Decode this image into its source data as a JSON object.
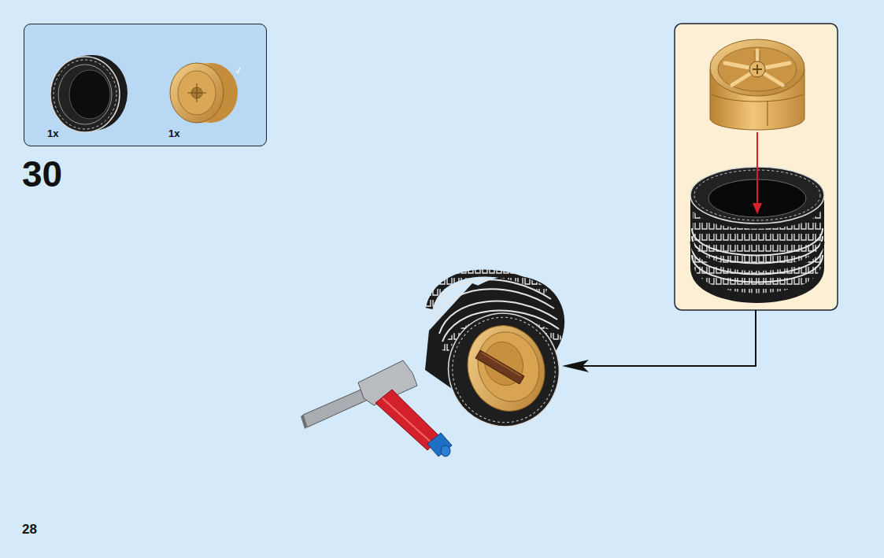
{
  "diagram": {
    "nodes": [
      {
        "text": [
          "1x",
          "1x"
        ]
      }
    ],
    "labels": [
      "30",
      "28"
    ]
  }
}
